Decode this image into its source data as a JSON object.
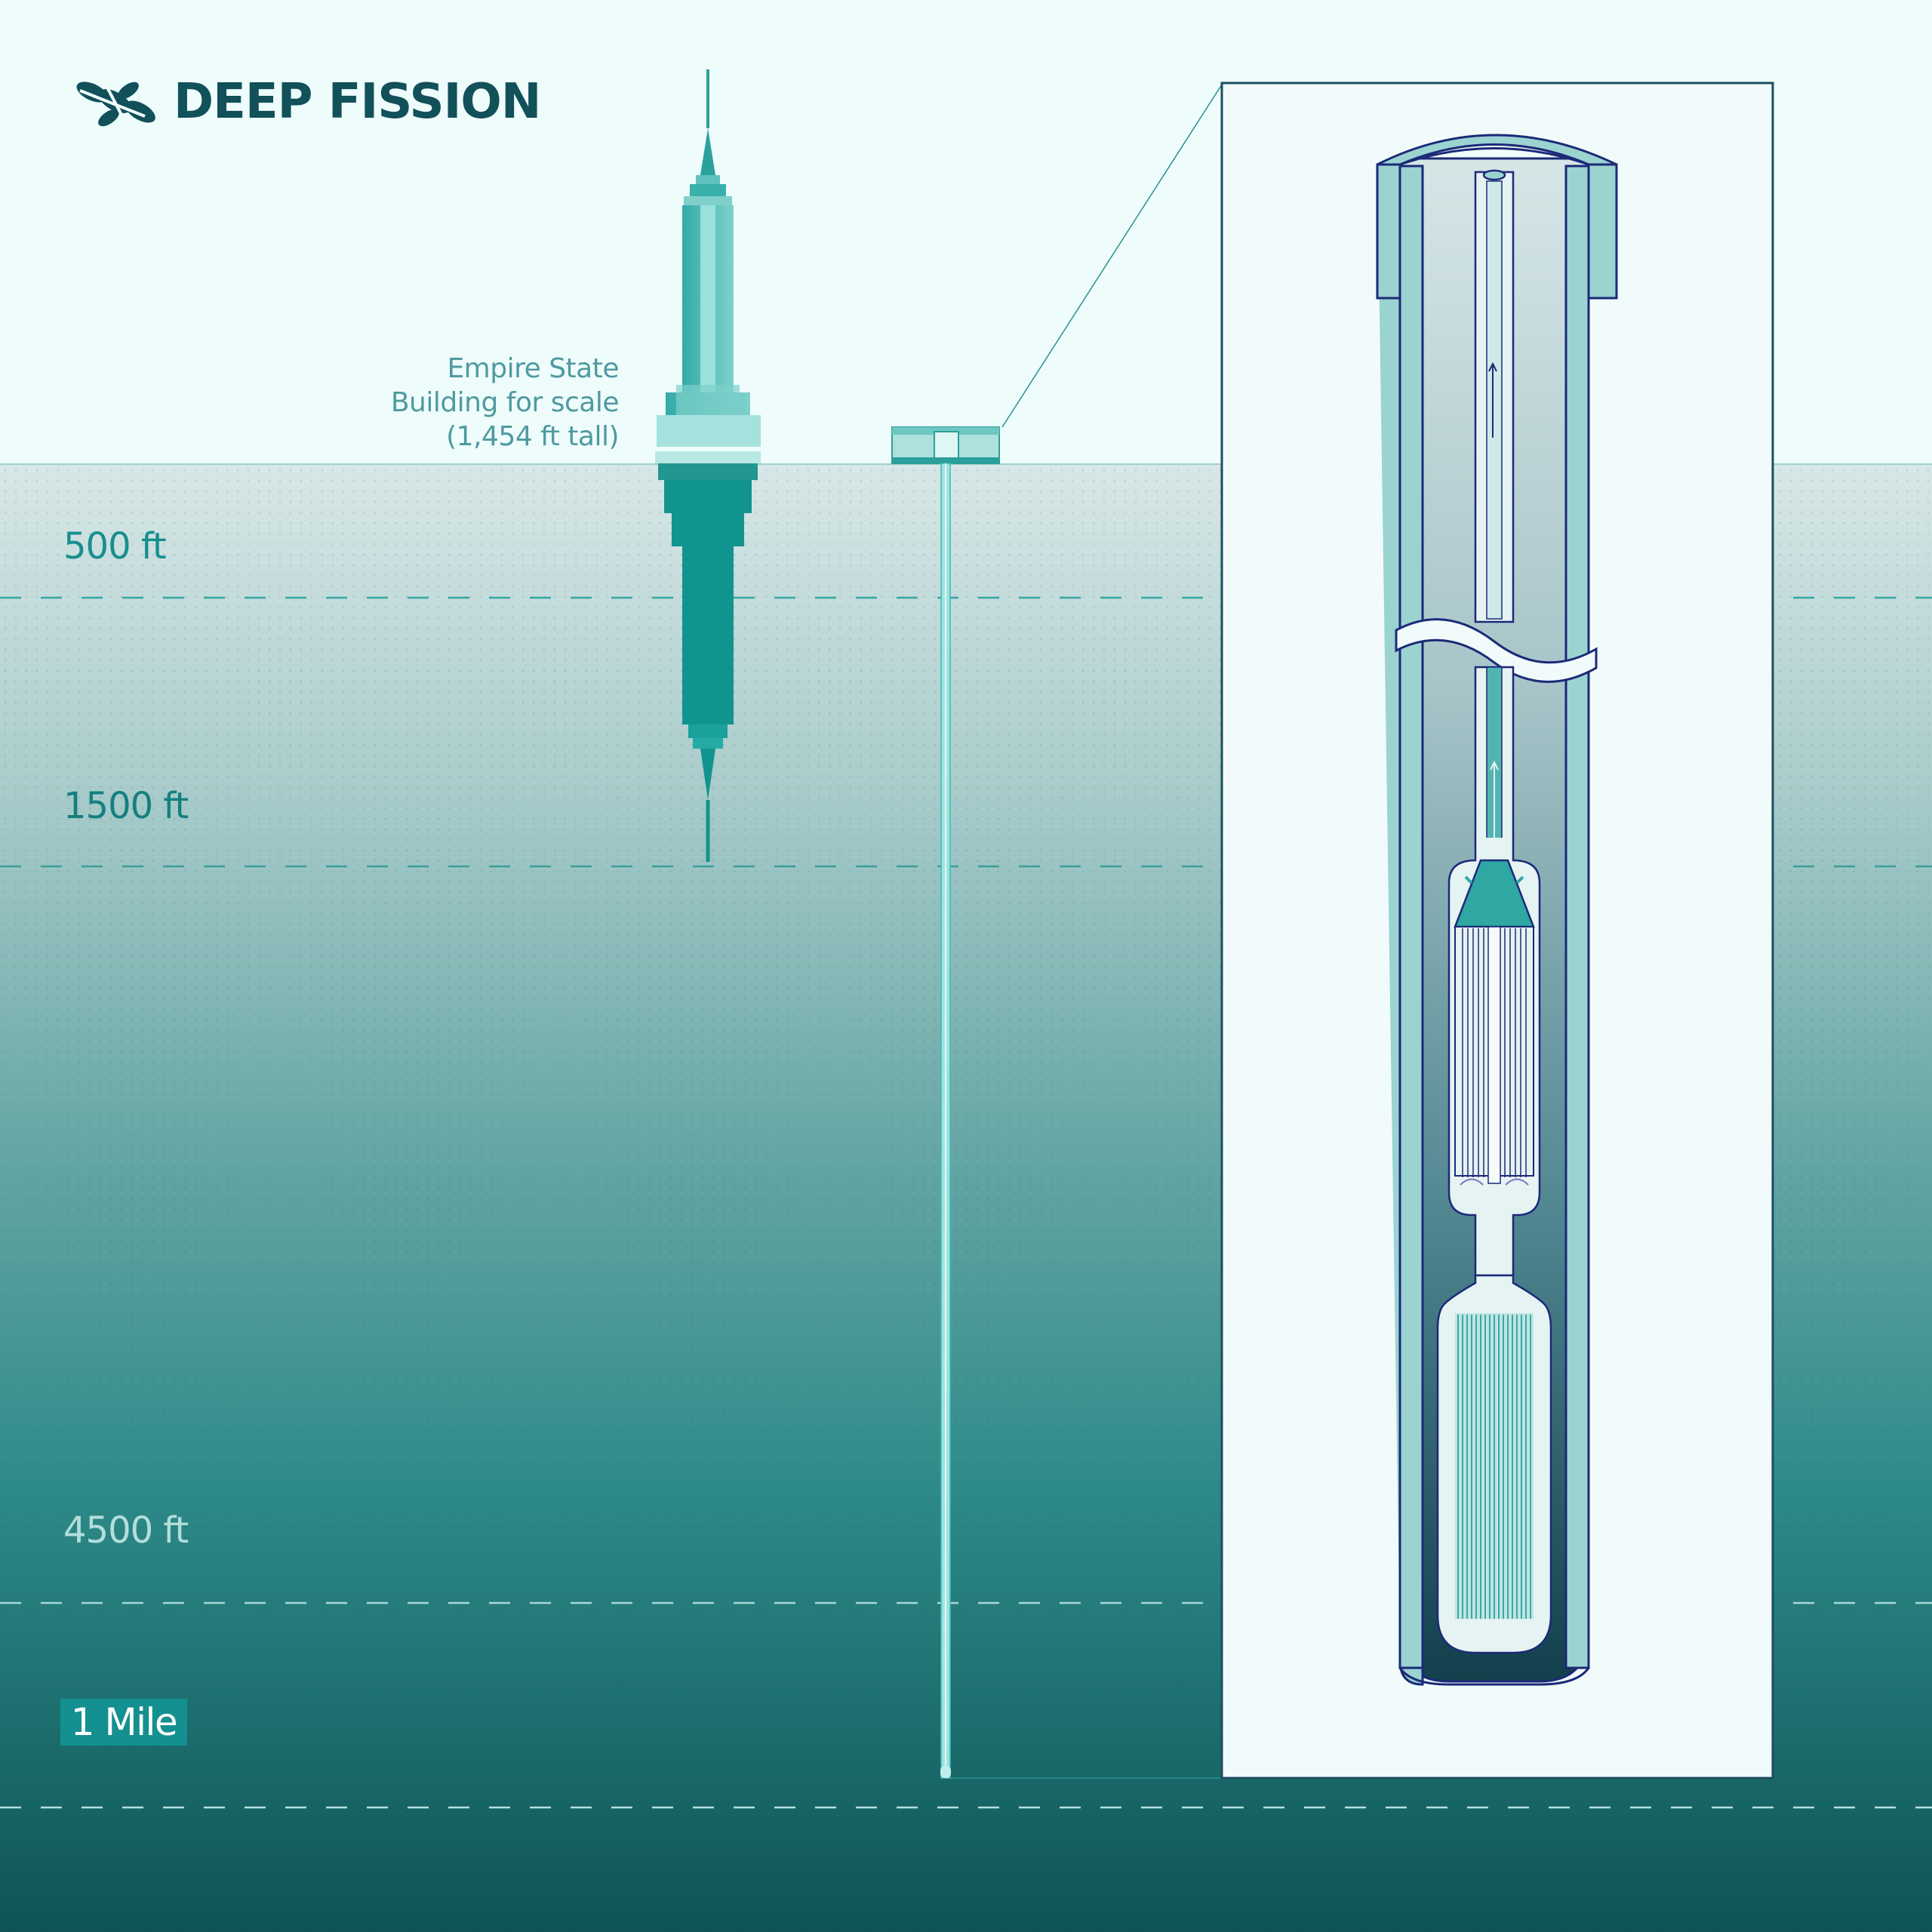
{
  "brand": {
    "name": "DEEP FISSION",
    "color": "#12505a"
  },
  "caption": {
    "line1": "Empire State",
    "line2": "Building for scale",
    "line3": "(1,454 ft tall)"
  },
  "depth_markers": {
    "d500": "500 ft",
    "d1500": "1500 ft",
    "d4500": "4500 ft",
    "mile": "1 Mile"
  },
  "colors": {
    "sky": "#eefcfb",
    "ground_top": "#d7e6e6",
    "ground_bottom": "#0f5557",
    "accent": "#13908f",
    "outline": "#1b2a78",
    "wall": "#9bd3d1"
  }
}
